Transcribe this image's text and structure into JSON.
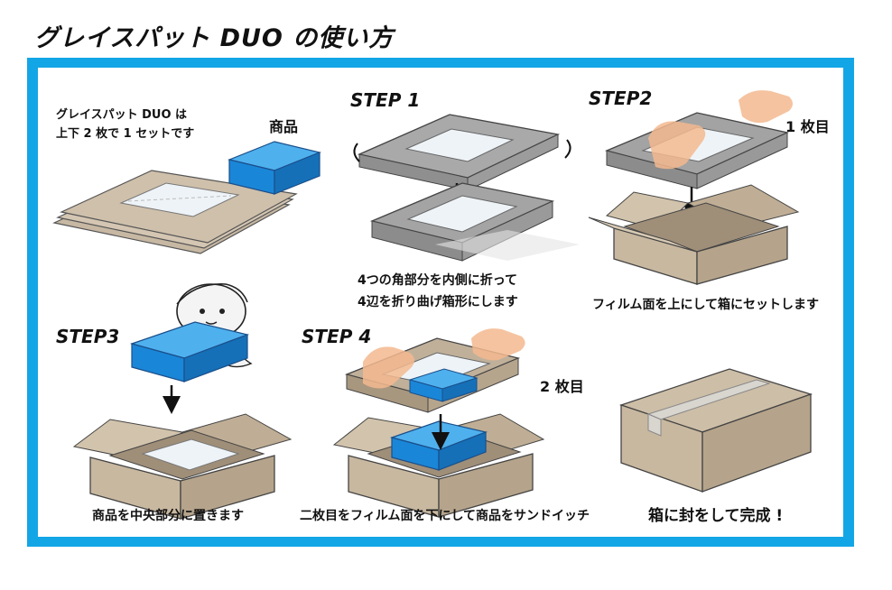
{
  "title": "グレイスパット DUO の使い方",
  "intro": [
    "グレイスパット DUO は",
    "上下 2 枚で 1 セットです"
  ],
  "label_product": "商品",
  "steps": [
    {
      "label": "STEP 1",
      "caption_lines": [
        "4つの角部分を内側に折って",
        "4辺を折り曲げ箱形にします"
      ]
    },
    {
      "label": "STEP2",
      "note": "1 枚目",
      "caption": "フィルム面を上にして箱にセットします"
    },
    {
      "label": "STEP3",
      "caption": "商品を中央部分に置きます"
    },
    {
      "label": "STEP 4",
      "note": "2 枚目",
      "caption": "二枚目をフィルム面を下にして商品をサンドイッチ"
    },
    {
      "caption": "箱に封をして完成 !"
    }
  ],
  "colors": {
    "frame": "#13a6e6",
    "product_blue": "#1a86d8",
    "cardboard": "#c8b8a0",
    "tray_gray": "#a9a9a9",
    "hand": "#f3b98f"
  },
  "icons": [
    "product-box-icon",
    "tray-stack-icon",
    "folded-tray-icon",
    "cardboard-box-icon",
    "hand-icon",
    "mascot-icon",
    "down-arrow-icon",
    "rotate-arrow-icon",
    "sealed-box-icon"
  ]
}
